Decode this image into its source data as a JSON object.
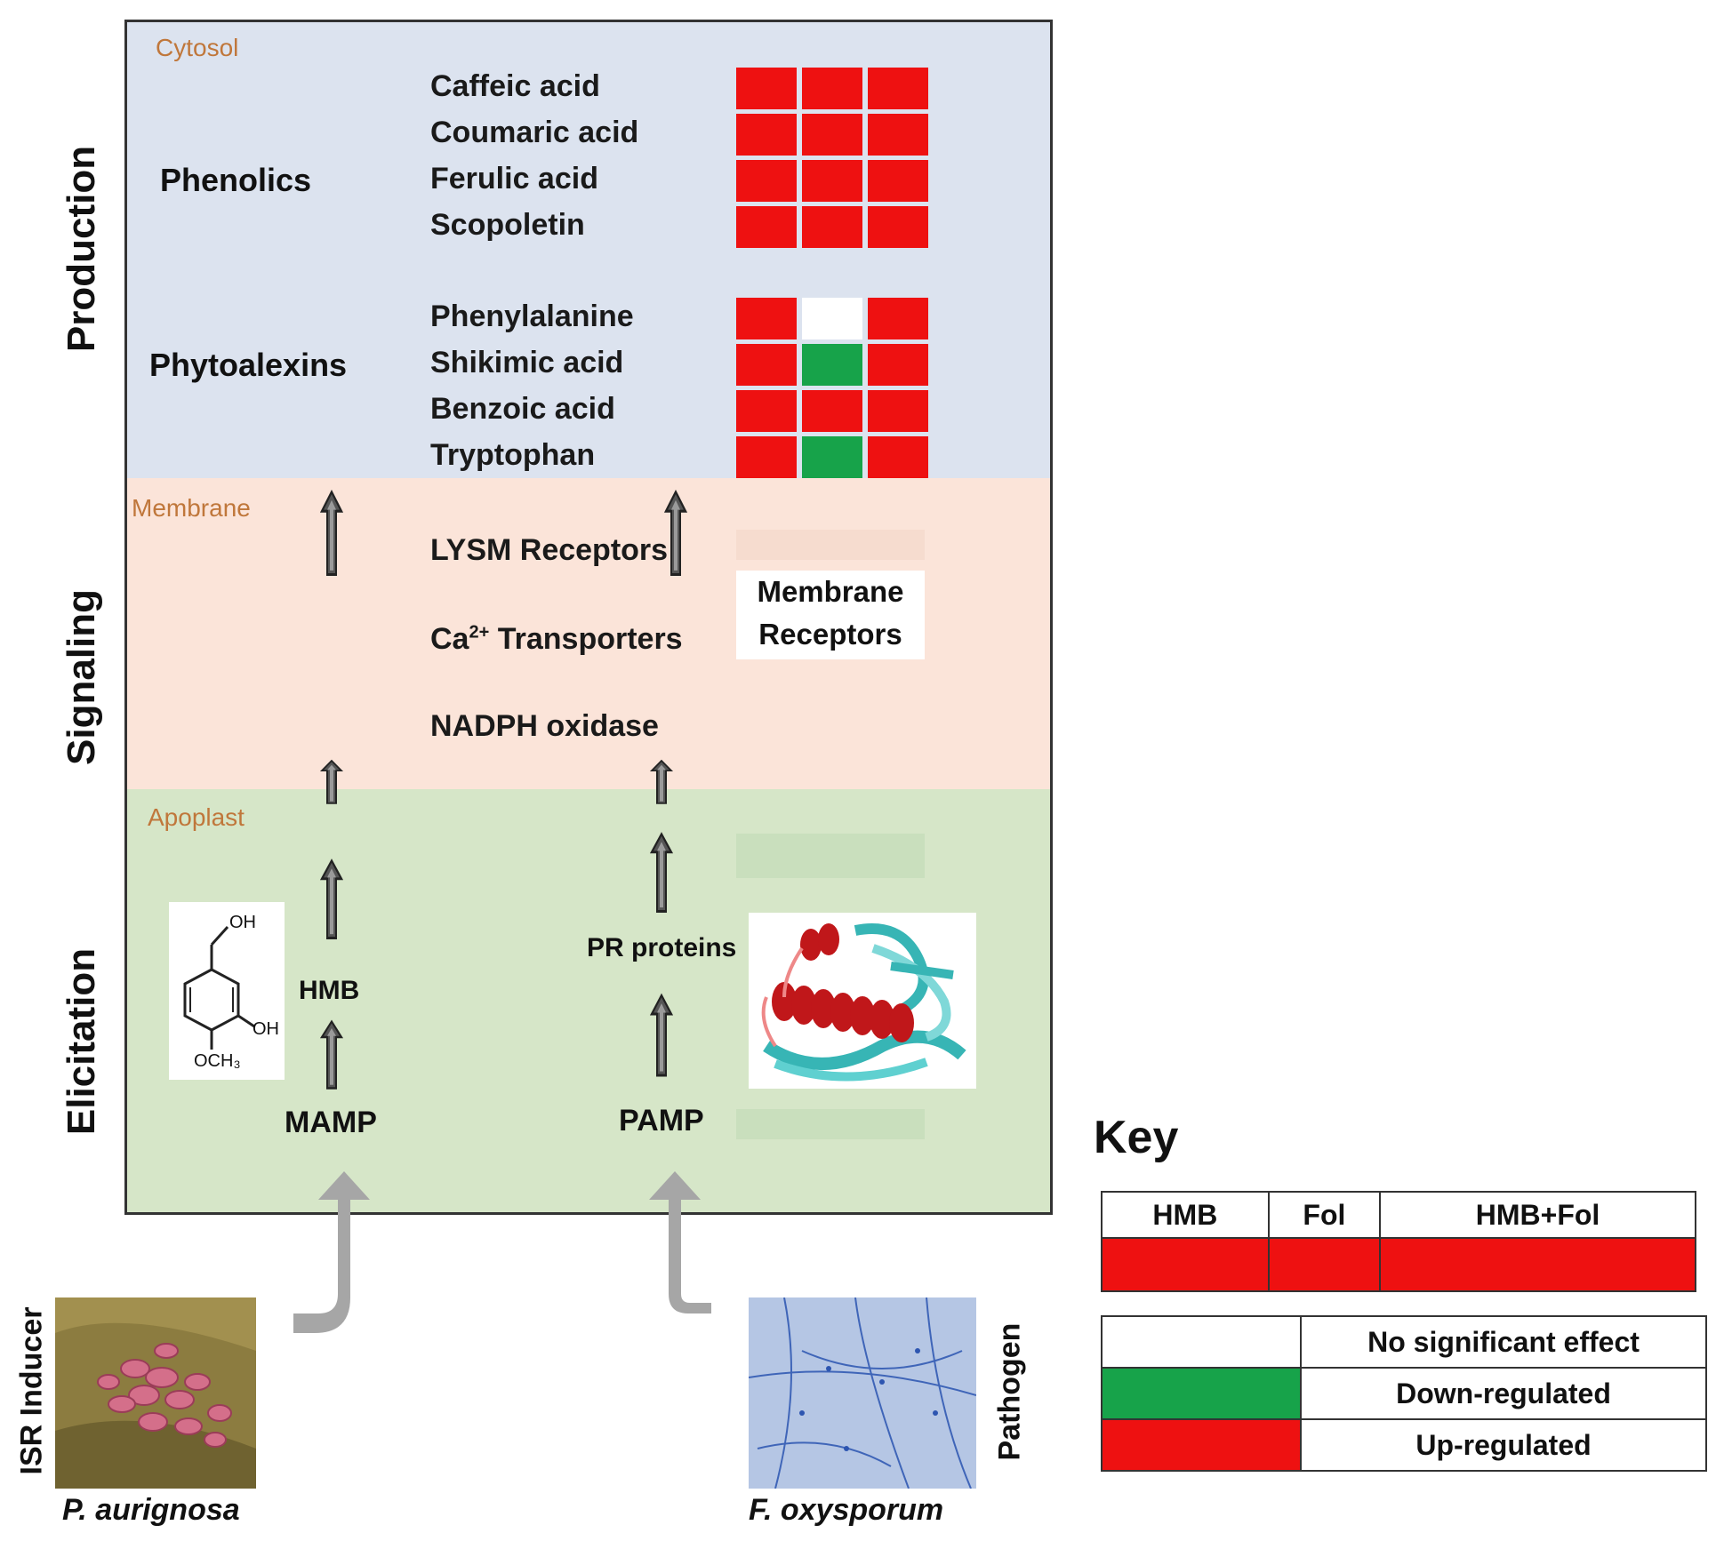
{
  "side_labels": {
    "production": "Production",
    "signaling": "Signaling",
    "elicitation": "Elicitation"
  },
  "regions": {
    "cytosol": "Cytosol",
    "membrane": "Membrane",
    "apoplast": "Apoplast"
  },
  "groups": {
    "phenolics": "Phenolics",
    "phytoalexins": "Phytoalexins"
  },
  "phenolics": [
    {
      "name": "Caffeic  acid",
      "status": [
        "up",
        "up",
        "up"
      ]
    },
    {
      "name": "Coumaric acid",
      "status": [
        "up",
        "up",
        "up"
      ]
    },
    {
      "name": "Ferulic acid",
      "status": [
        "up",
        "up",
        "up"
      ]
    },
    {
      "name": "Scopoletin",
      "status": [
        "up",
        "up",
        "up"
      ]
    }
  ],
  "phytoalexins": [
    {
      "name": "Phenylalanine",
      "status": [
        "up",
        "ns",
        "up"
      ]
    },
    {
      "name": "Shikimic acid",
      "status": [
        "up",
        "down",
        "up"
      ]
    },
    {
      "name": "Benzoic acid",
      "status": [
        "up",
        "up",
        "up"
      ]
    },
    {
      "name": "Tryptophan",
      "status": [
        "up",
        "down",
        "up"
      ]
    }
  ],
  "signaling": {
    "lysm": "LYSM Receptors",
    "ca_prefix": "Ca",
    "ca_sup": "2+",
    "ca_suffix": " Transporters",
    "nadph": "NADPH oxidase",
    "membrane_receptors_line1": "Membrane",
    "membrane_receptors_line2": "Receptors"
  },
  "elicitation": {
    "hmb": "HMB",
    "mamp": "MAMP",
    "pr_proteins": "PR proteins",
    "pamp": "PAMP",
    "structure_oh_top": "OH",
    "structure_oh_right": "OH",
    "structure_och3": "OCH₃"
  },
  "bottom": {
    "isr_inducer": "ISR Inducer",
    "isr_species": "P. aurignosa",
    "pathogen": "Pathogen",
    "pathogen_species": "F. oxysporum"
  },
  "key": {
    "title": "Key",
    "columns": [
      "HMB",
      "Fol",
      "HMB+Fol"
    ],
    "legend": [
      {
        "label": "No significant effect",
        "color": "#ffffff"
      },
      {
        "label": "Down-regulated",
        "color": "#17a34a"
      },
      {
        "label": "Up-regulated",
        "color": "#ee1111"
      }
    ]
  },
  "colors": {
    "up": "#ee1111",
    "down": "#17a34a",
    "ns": "#ffffff",
    "cytosol": "#dce3ef",
    "membrane": "#fbe4d9",
    "apoplast": "#d6e6c8"
  }
}
